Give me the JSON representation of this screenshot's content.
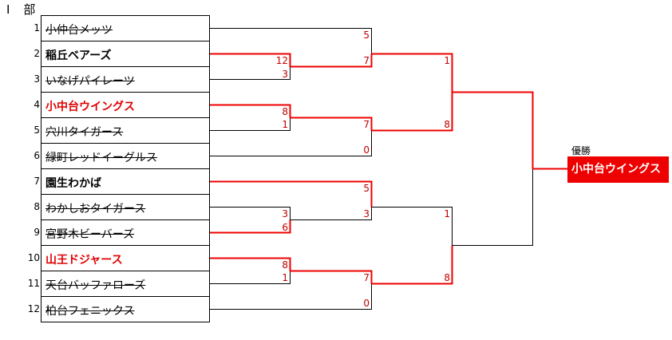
{
  "division": "Ⅰ　部",
  "champion_label": "優勝",
  "champion": "小中台ウイングス",
  "teams": [
    {
      "seed": "1",
      "name": "小仲台メッツ",
      "status": "lost"
    },
    {
      "seed": "2",
      "name": "稲丘ベアーズ",
      "status": "adv"
    },
    {
      "seed": "3",
      "name": "いなげパイレーツ",
      "status": "lost"
    },
    {
      "seed": "4",
      "name": "小中台ウイングス",
      "status": "win"
    },
    {
      "seed": "5",
      "name": "穴川タイガース",
      "status": "lost"
    },
    {
      "seed": "6",
      "name": "緑町レッドイーグルス",
      "status": "lost"
    },
    {
      "seed": "7",
      "name": "園生わかば",
      "status": "adv"
    },
    {
      "seed": "8",
      "name": "わかしおタイガース",
      "status": "lost"
    },
    {
      "seed": "9",
      "name": "宮野木ビーバーズ",
      "status": "lost"
    },
    {
      "seed": "10",
      "name": "山王ドジャース",
      "status": "win"
    },
    {
      "seed": "11",
      "name": "天台バッファローズ",
      "status": "lost"
    },
    {
      "seed": "12",
      "name": "柏台フェニックス",
      "status": "lost"
    }
  ],
  "scores": {
    "r1a": [
      "12",
      "3"
    ],
    "r1b": [
      "8",
      "1"
    ],
    "r1c": [
      "3",
      "6"
    ],
    "r1d": [
      "8",
      "1"
    ],
    "r2a": [
      "5",
      "7"
    ],
    "r2b": [
      "7",
      "0"
    ],
    "r2c": [
      "5",
      "3"
    ],
    "r2d": [
      "7",
      "0"
    ],
    "r3a": [
      "1",
      "8"
    ],
    "r3b": [
      "1",
      "8"
    ]
  },
  "colors": {
    "win_line": "#ee0000",
    "line": "#000000",
    "score": "#c00000"
  }
}
